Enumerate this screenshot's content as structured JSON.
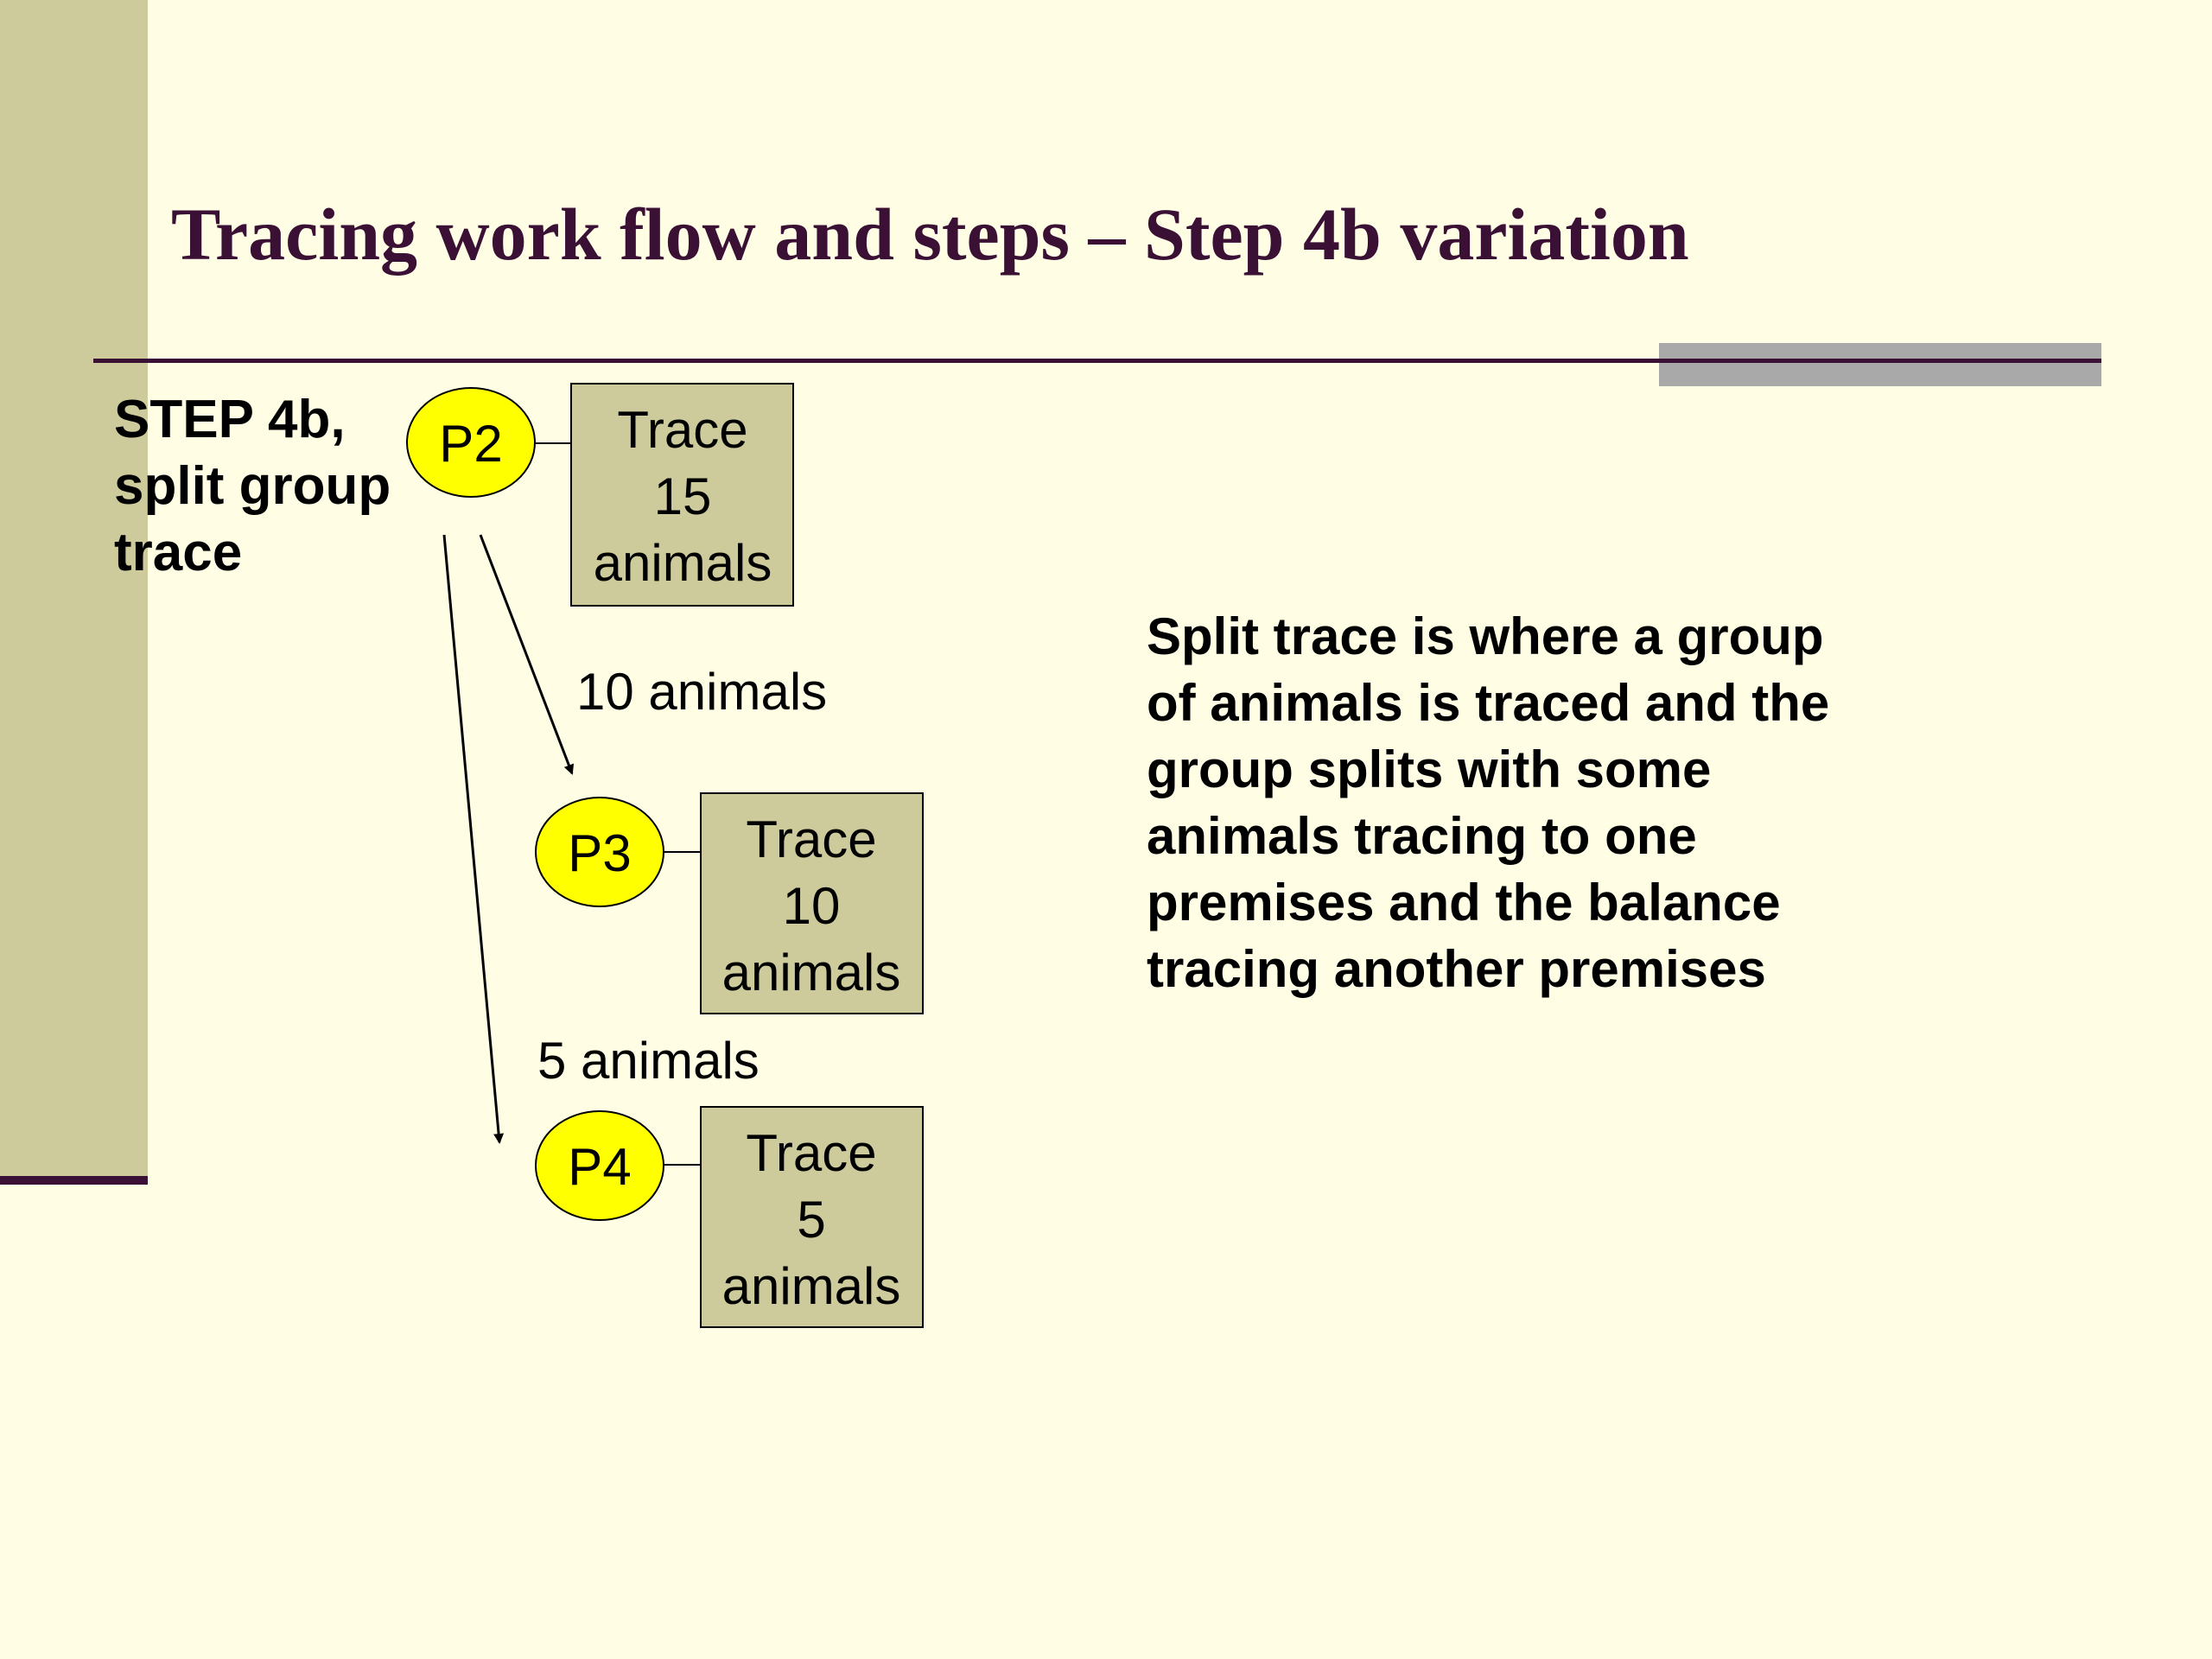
{
  "slide": {
    "title": "Tracing work flow and steps – Step 4b variation",
    "step_label": [
      "STEP 4b,",
      "split group",
      "trace"
    ],
    "description": [
      "Split trace is where a group",
      "of animals is traced and the",
      "group splits with some",
      "animals tracing to one",
      "premises and the balance",
      "tracing another premises"
    ]
  },
  "diagram": {
    "nodes": [
      {
        "id": "P2",
        "label": "P2",
        "box_lines": [
          "Trace",
          "15",
          "animals"
        ]
      },
      {
        "id": "P3",
        "label": "P3",
        "box_lines": [
          "Trace",
          "10",
          "animals"
        ]
      },
      {
        "id": "P4",
        "label": "P4",
        "box_lines": [
          "Trace",
          "5",
          "animals"
        ]
      }
    ],
    "edges": [
      {
        "from": "P2",
        "to": "P3",
        "label": "10 animals"
      },
      {
        "from": "P2",
        "to": "P4",
        "label": "5 animals"
      }
    ]
  },
  "colors": {
    "background": "#FFFEE5",
    "sidebar": "#CDCA9C",
    "title": "#3A1035",
    "accent_bar": "#A9A9AA",
    "node_fill": "#FFFF00",
    "box_fill": "#CDCA9C"
  }
}
